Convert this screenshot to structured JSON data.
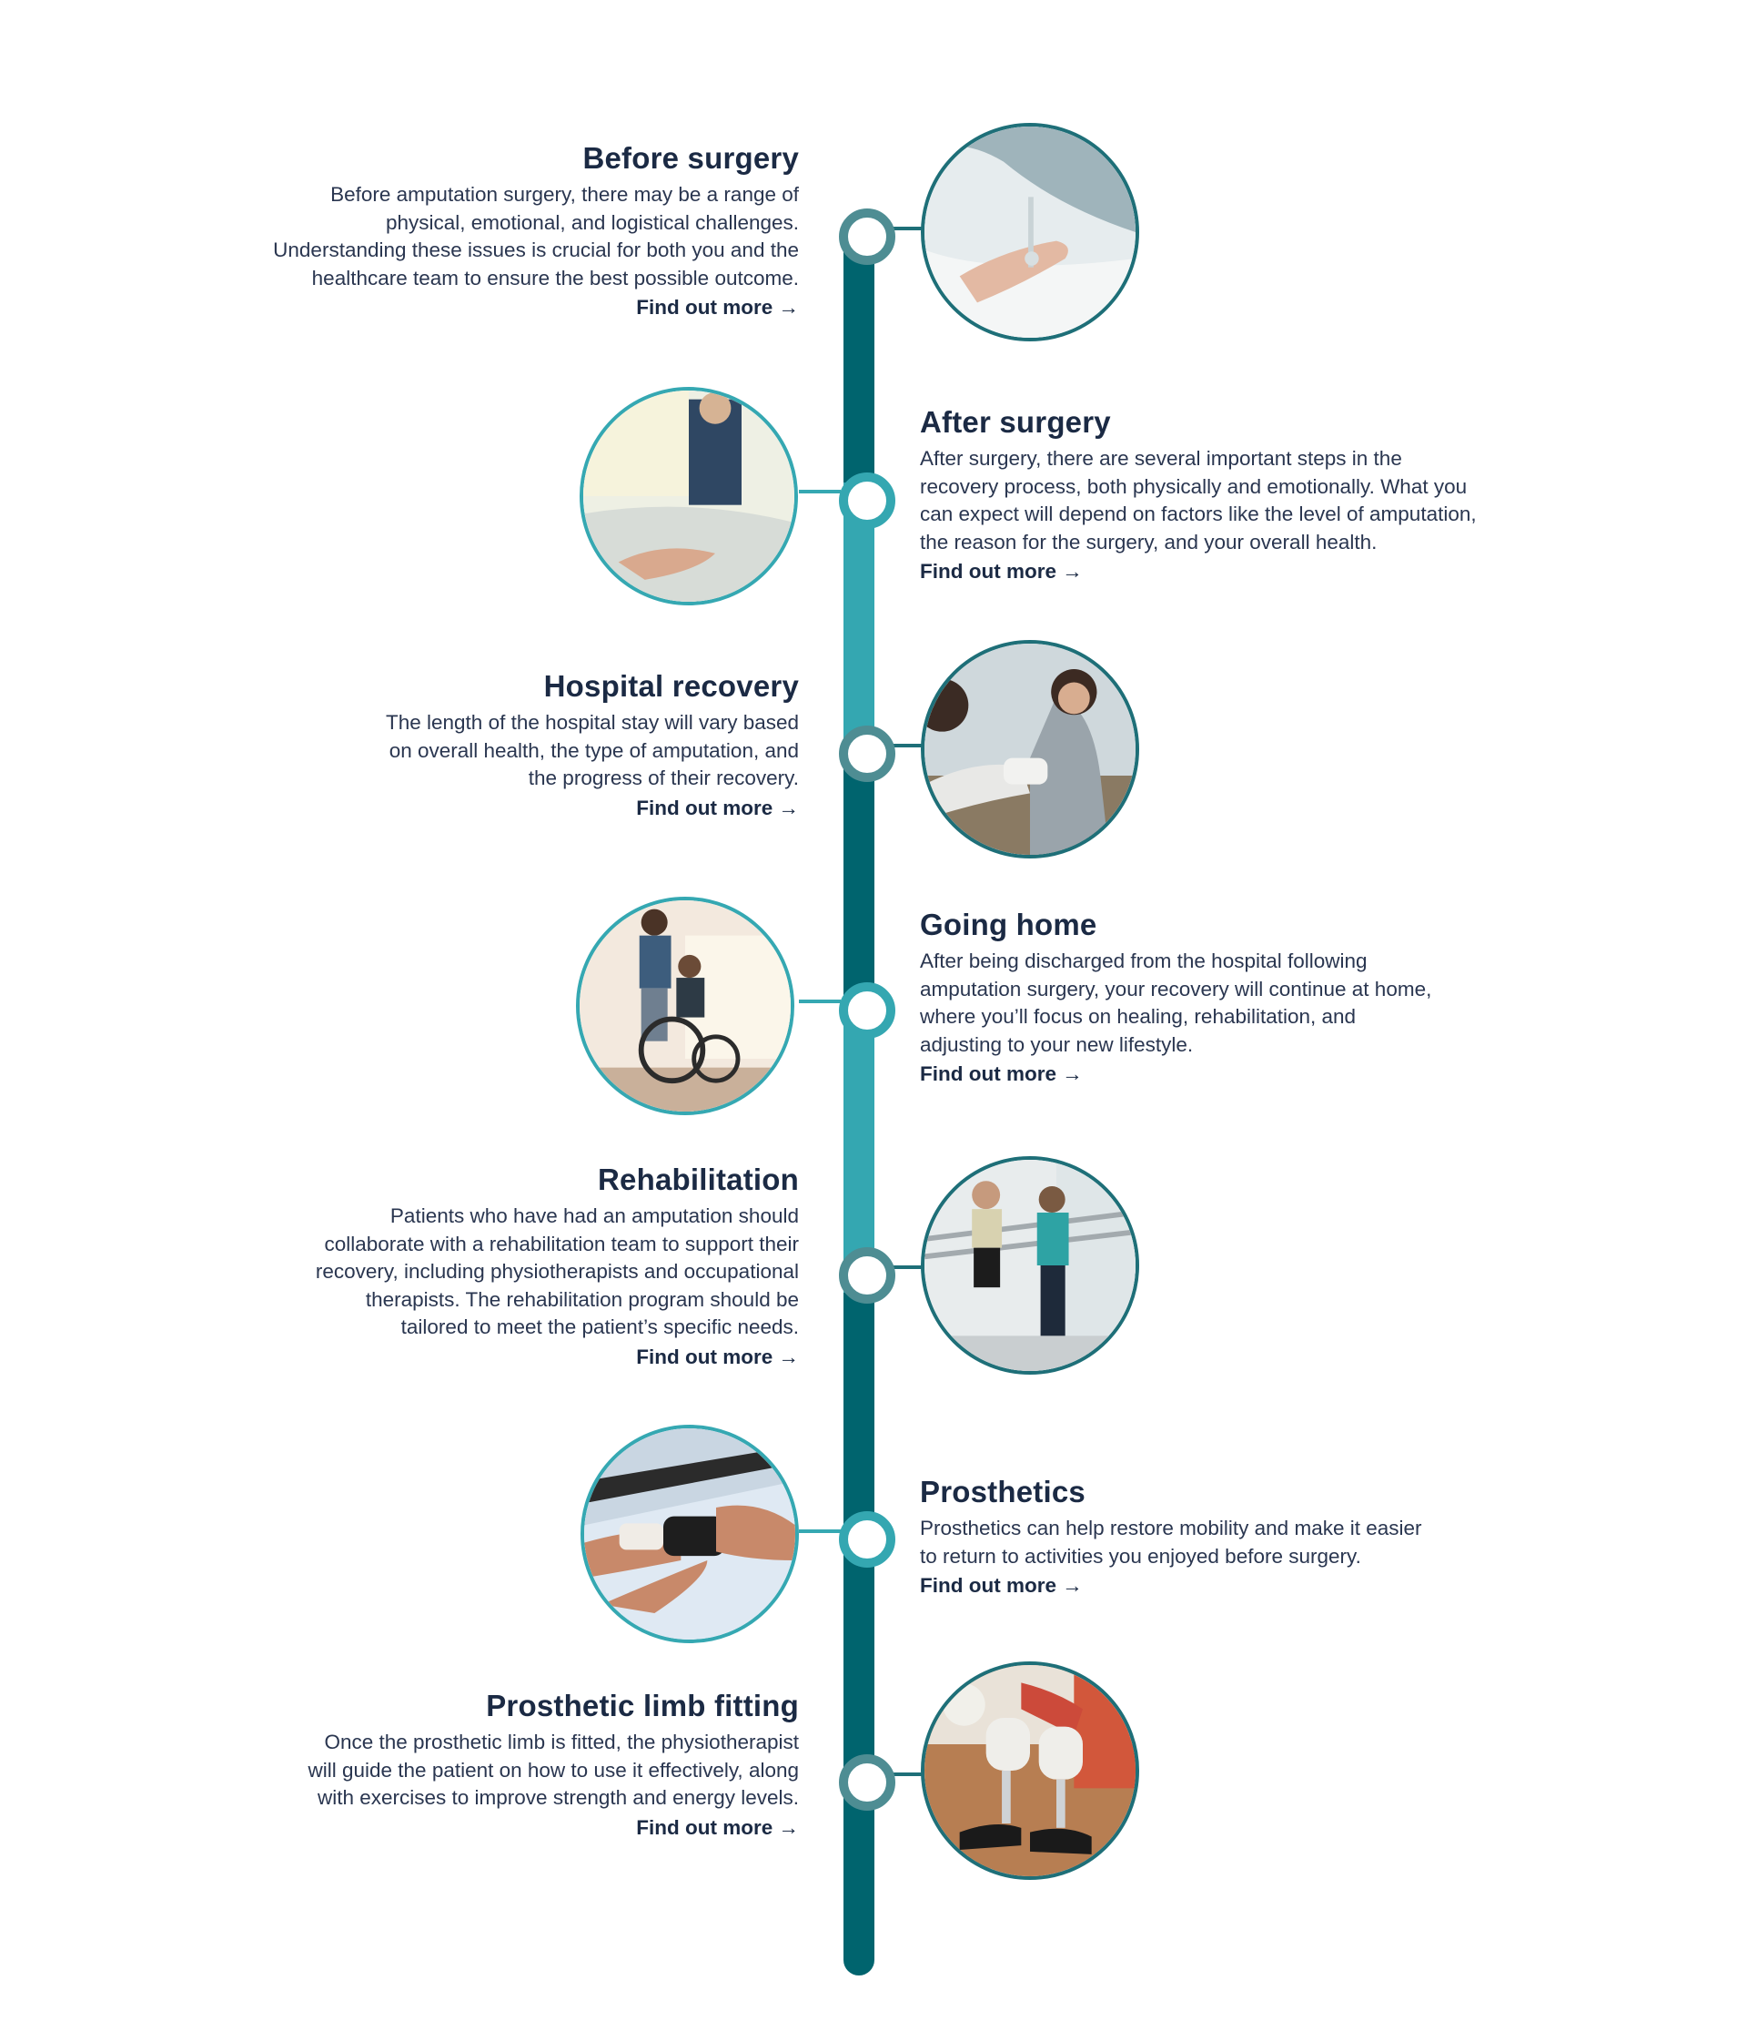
{
  "colors": {
    "dark_teal": "#00646e",
    "light_teal": "#34a7b1",
    "node_dark": "#4e8d93",
    "heading": "#1b2a44"
  },
  "link_label": "Find out more",
  "link_arrow": "→",
  "steps": [
    {
      "title": "Before surgery",
      "body": "Before amputation surgery, there may be a range of\nphysical, emotional, and logistical challenges.\nUnderstanding these issues is crucial for both you and the\nhealthcare team to ensure the best possible outcome.",
      "link": "Find out more",
      "image": "hospital-patient-iv-photo"
    },
    {
      "title": "After surgery",
      "body": "After surgery, there are several important steps in the\nrecovery process, both physically and emotionally. What you\ncan expect will depend on factors like the level of amputation,\nthe reason for the surgery, and your overall health.",
      "link": "Find out more",
      "image": "nurse-holding-hand-photo"
    },
    {
      "title": "Hospital recovery",
      "body": "The length of the hospital stay will vary based\non overall health, the type of amputation, and\nthe progress of their recovery.",
      "link": "Find out more",
      "image": "therapist-bandaging-leg-photo"
    },
    {
      "title": "Going home",
      "body": "After being discharged from the hospital following\namputation surgery, your recovery will continue at home,\nwhere you’ll focus on healing, rehabilitation, and\nadjusting to your new lifestyle.",
      "link": "Find out more",
      "image": "wheelchair-at-home-photo"
    },
    {
      "title": "Rehabilitation",
      "body": "Patients who have had an amputation should\ncollaborate with a rehabilitation team to support their\nrecovery, including physiotherapists and occupational\ntherapists. The rehabilitation program should be\ntailored to meet the patient’s specific needs.",
      "link": "Find out more",
      "image": "parallel-bars-physio-photo"
    },
    {
      "title": "Prosthetics",
      "body": "Prosthetics can help restore mobility and make it easier\nto return to activities you enjoyed before surgery.",
      "link": "Find out more",
      "image": "prosthetic-arm-photo"
    },
    {
      "title": "Prosthetic limb fitting",
      "body": "Once the prosthetic limb is fitted, the physiotherapist\nwill guide the patient on how to use it effectively, along\nwith exercises to improve strength and energy levels.",
      "link": "Find out more",
      "image": "prosthetic-legs-photo"
    }
  ]
}
